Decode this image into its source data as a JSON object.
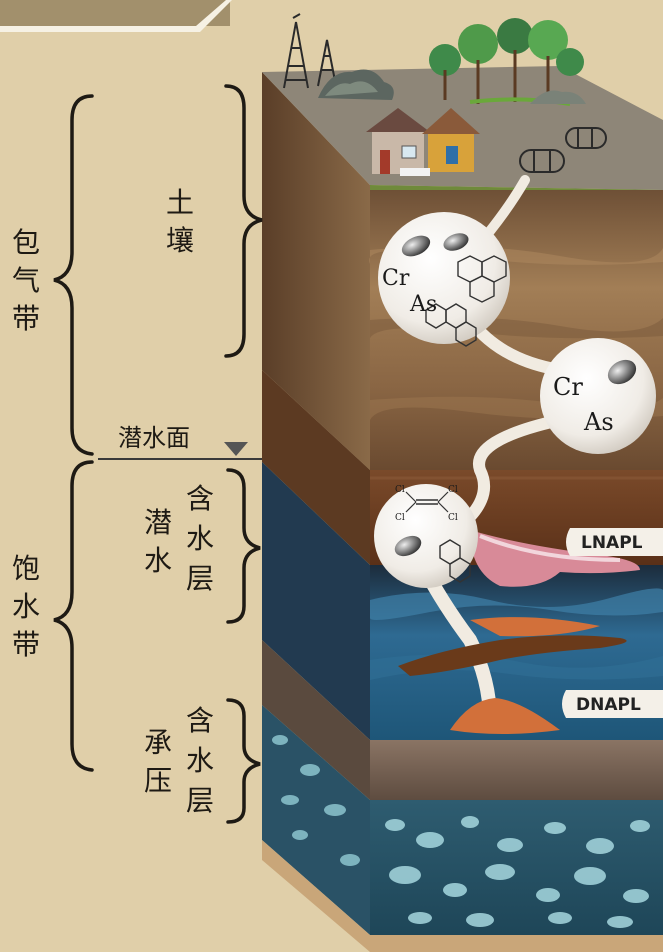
{
  "labels": {
    "vadose_zone": "包气带",
    "soil": "土壤",
    "water_table": "潜水面",
    "saturated_zone": "饱水带",
    "unconfined": "潜水",
    "aquifer_1": "含水层",
    "confined": "承压",
    "aquifer_2": "含水层"
  },
  "chem": {
    "cr_1": "Cr",
    "as_1": "As",
    "cr_2": "Cr",
    "as_2": "As",
    "cl": "Cl"
  },
  "tags": {
    "lnapl": "LNAPL",
    "dnapl": "DNAPL"
  },
  "colors": {
    "background": "#e0cfa9",
    "soil": "#8a6a4a",
    "clay_layer": "#6b3e22",
    "unconfined_water": "#2a6a90",
    "confined_water": "#3a7a98",
    "lnapl_plume": "#d88a98",
    "dnapl_plume": "#d2703a"
  }
}
